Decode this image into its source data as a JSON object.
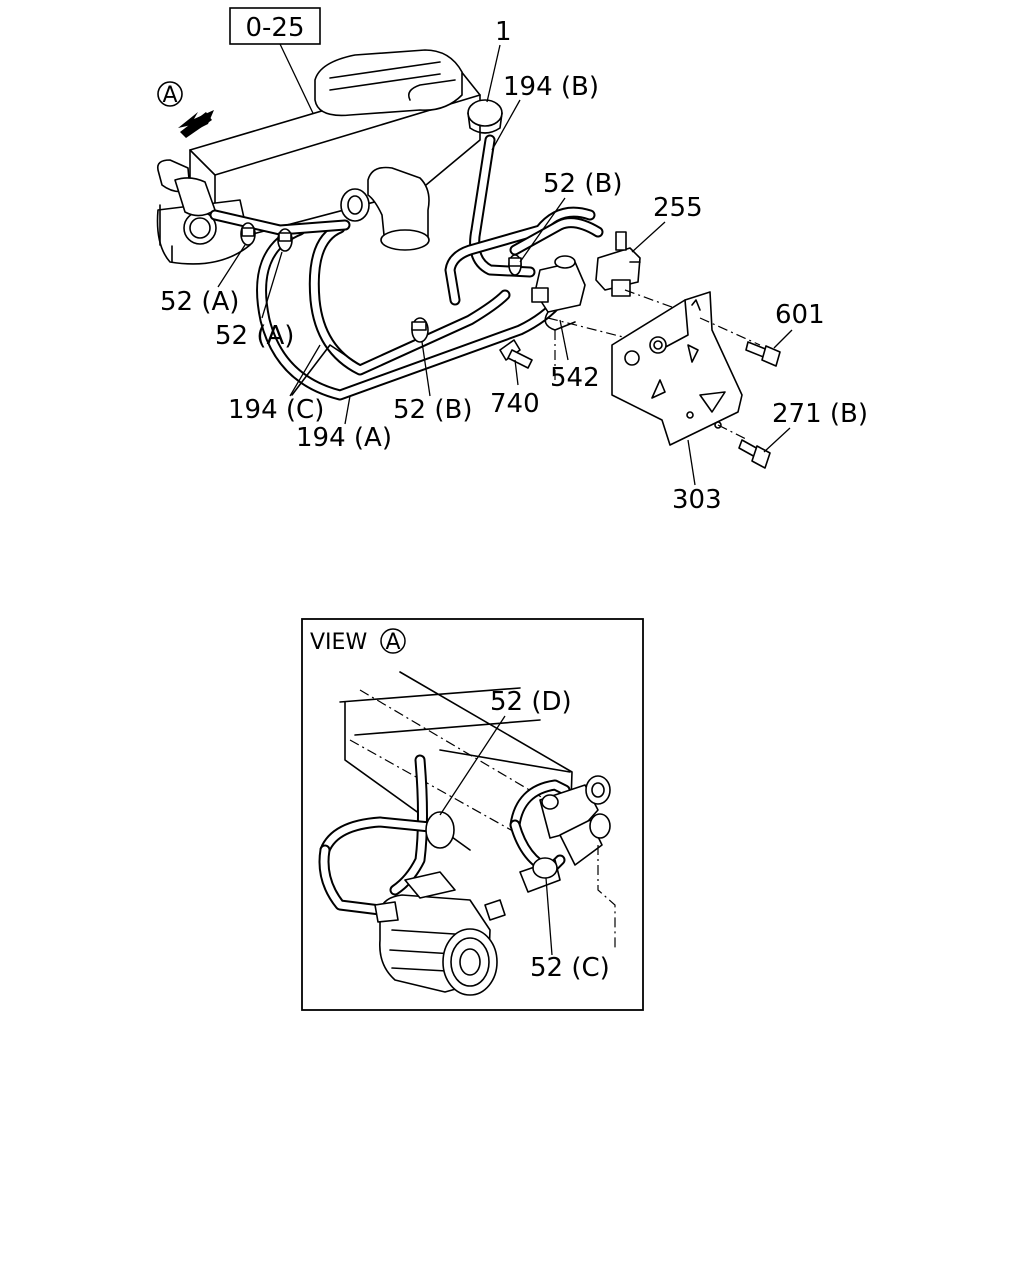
{
  "reference_box": "0-25",
  "view_marker": "A",
  "view_title": "VIEW",
  "labels": {
    "p1": "1",
    "p194b": "194 (B)",
    "p52b_top": "52 (B)",
    "p255": "255",
    "p52a_1": "52 (A)",
    "p52a_2": "52 (A)",
    "p601": "601",
    "p542": "542",
    "p740": "740",
    "p194c": "194 (C)",
    "p52b_bottom": "52 (B)",
    "p271b": "271 (B)",
    "p194a": "194 (A)",
    "p303": "303",
    "p52d": "52 (D)",
    "p52c": "52 (C)"
  }
}
